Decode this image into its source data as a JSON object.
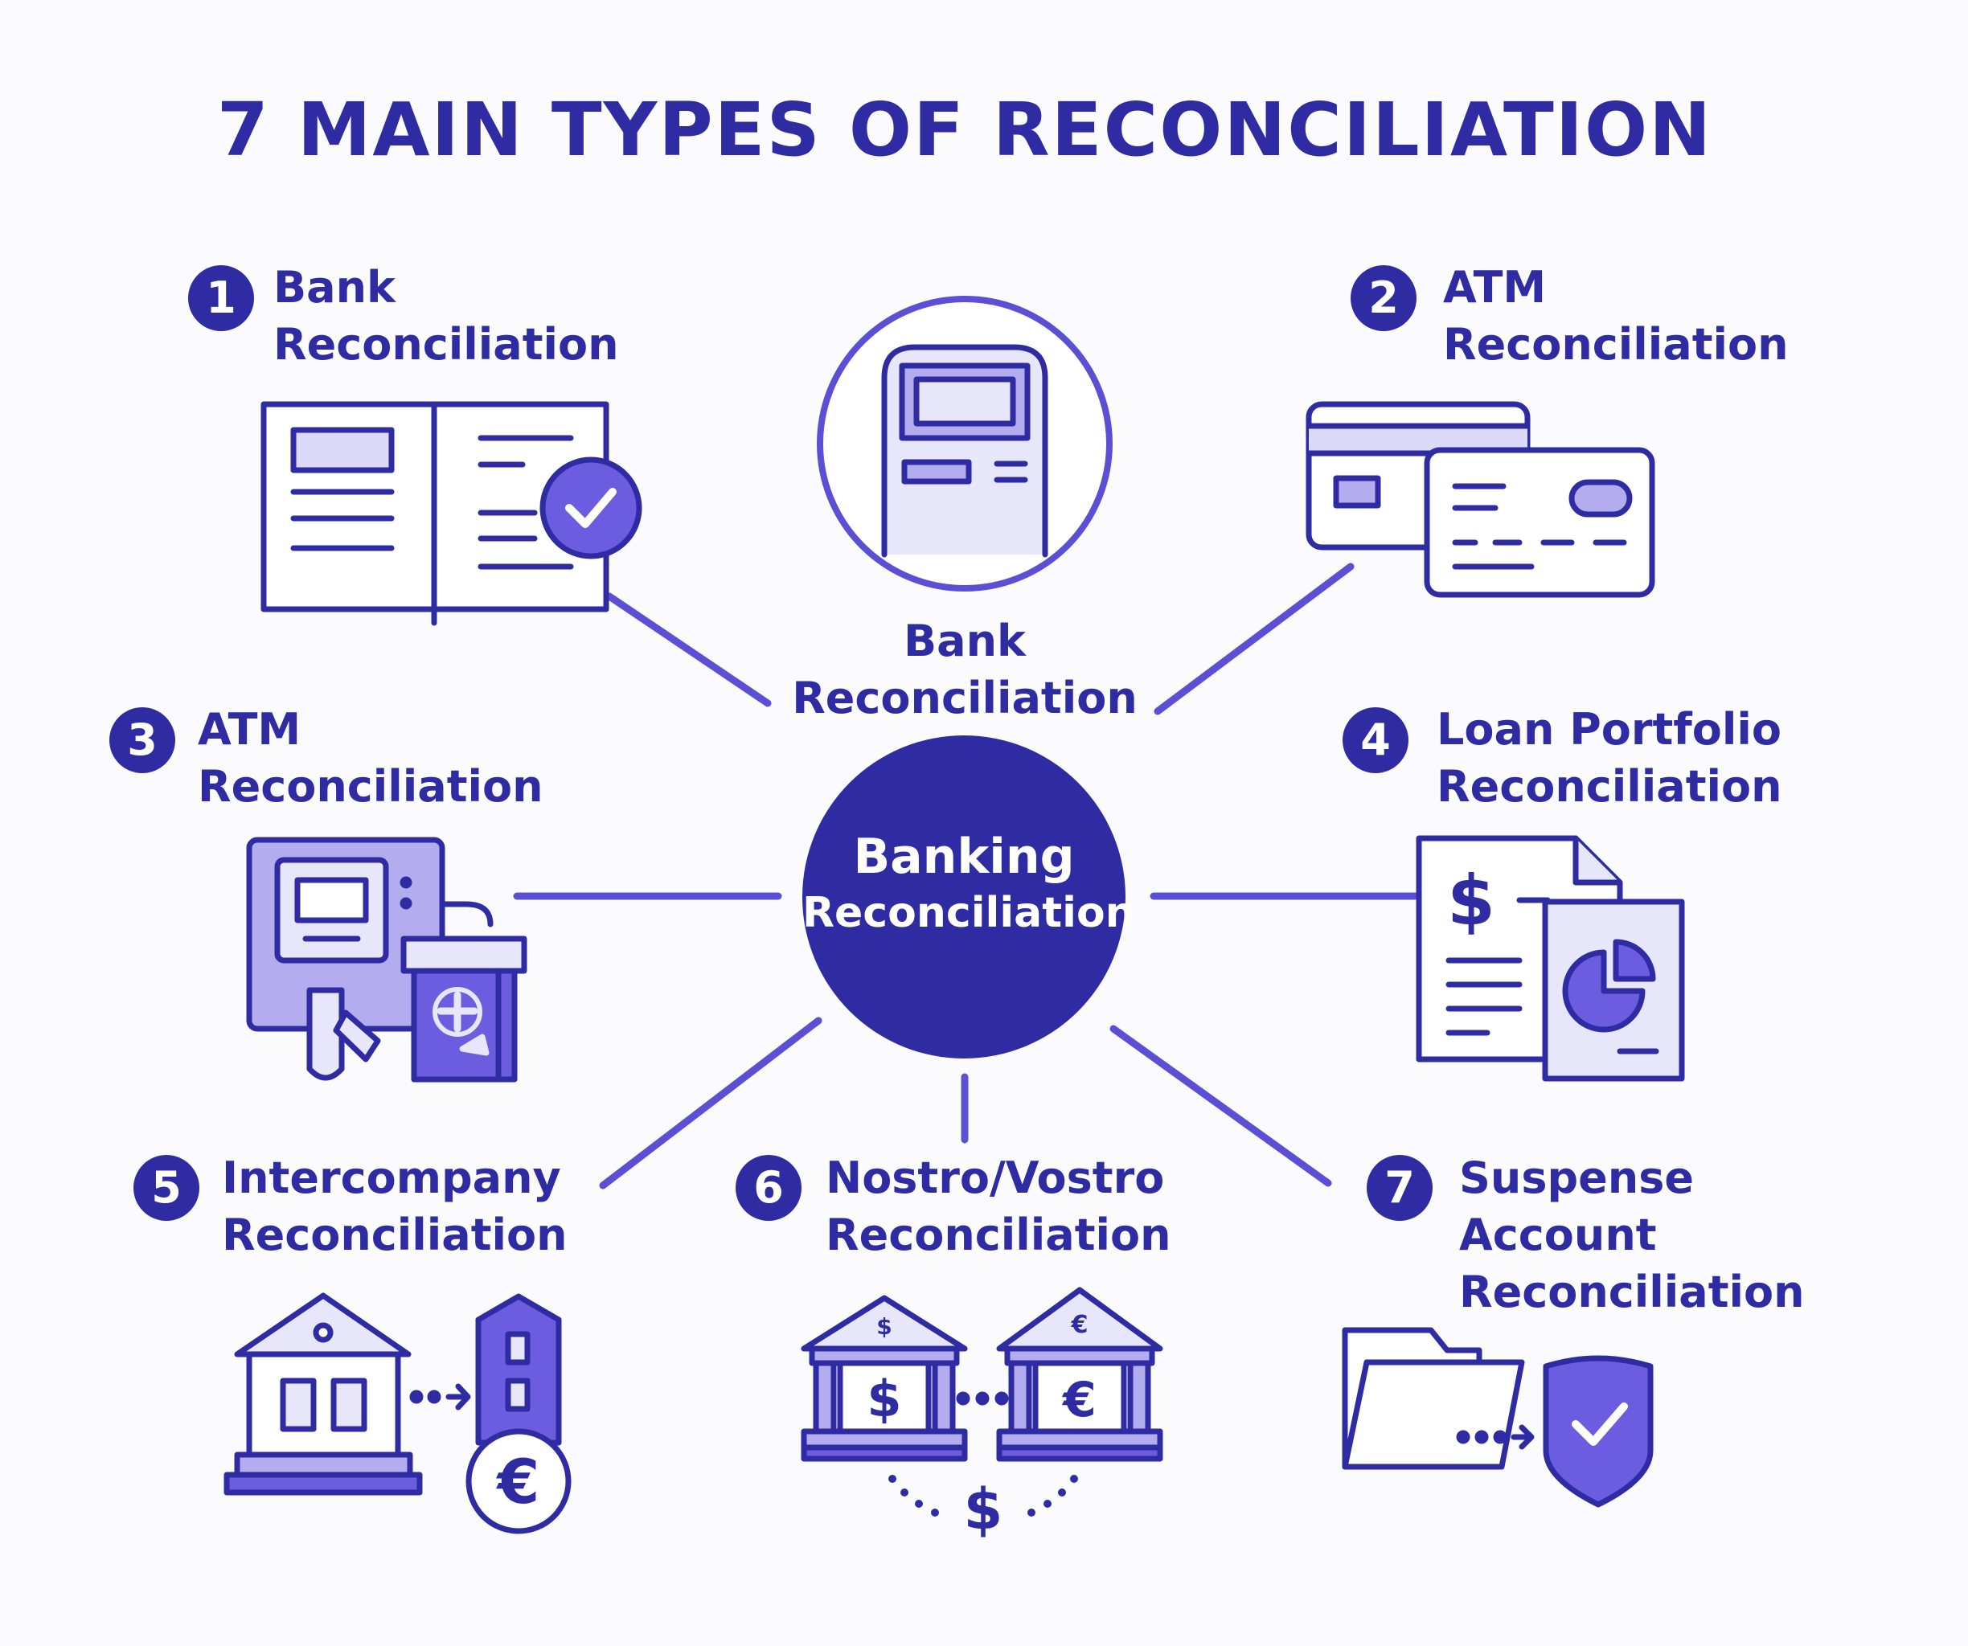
{
  "title": "7 MAIN TYPES  OF RECONCILIATION",
  "hub": {
    "line1": "Banking",
    "line2": "Reconciliation"
  },
  "top_center": {
    "line1": "Bank",
    "line2": "Reconciliation"
  },
  "items": [
    {
      "number": "1",
      "line1": "Bank",
      "line2": "Reconciliation"
    },
    {
      "number": "2",
      "line1": "ATM",
      "line2": "Reconciliation"
    },
    {
      "number": "3",
      "line1": "ATM",
      "line2": "Reconciliation"
    },
    {
      "number": "4",
      "line1": "Loan Portfolio",
      "line2": "Reconciliation"
    },
    {
      "number": "5",
      "line1": "Intercompany",
      "line2": "Reconciliation"
    },
    {
      "number": "6",
      "line1": "Nostro/Vostro",
      "line2": "Reconciliation"
    },
    {
      "number": "7",
      "line1": "Suspense",
      "line2": "Account",
      "line3": "Reconciliation"
    }
  ],
  "glyphs": {
    "dollar": "$",
    "euro": "€"
  },
  "colors": {
    "primary": "#2f2ba3",
    "accent": "#5b4fd6",
    "fill_light": "#e8e6fb",
    "fill_mid": "#b3acef",
    "background": "#fbfbfe"
  },
  "icons": [
    "open-book-check-icon",
    "atm-machine-icon",
    "credit-cards-icon",
    "atm-kiosk-lab-icon",
    "loan-document-chart-icon",
    "bank-to-euro-transfer-icon",
    "twin-banks-exchange-icon",
    "folder-to-shield-icon"
  ]
}
